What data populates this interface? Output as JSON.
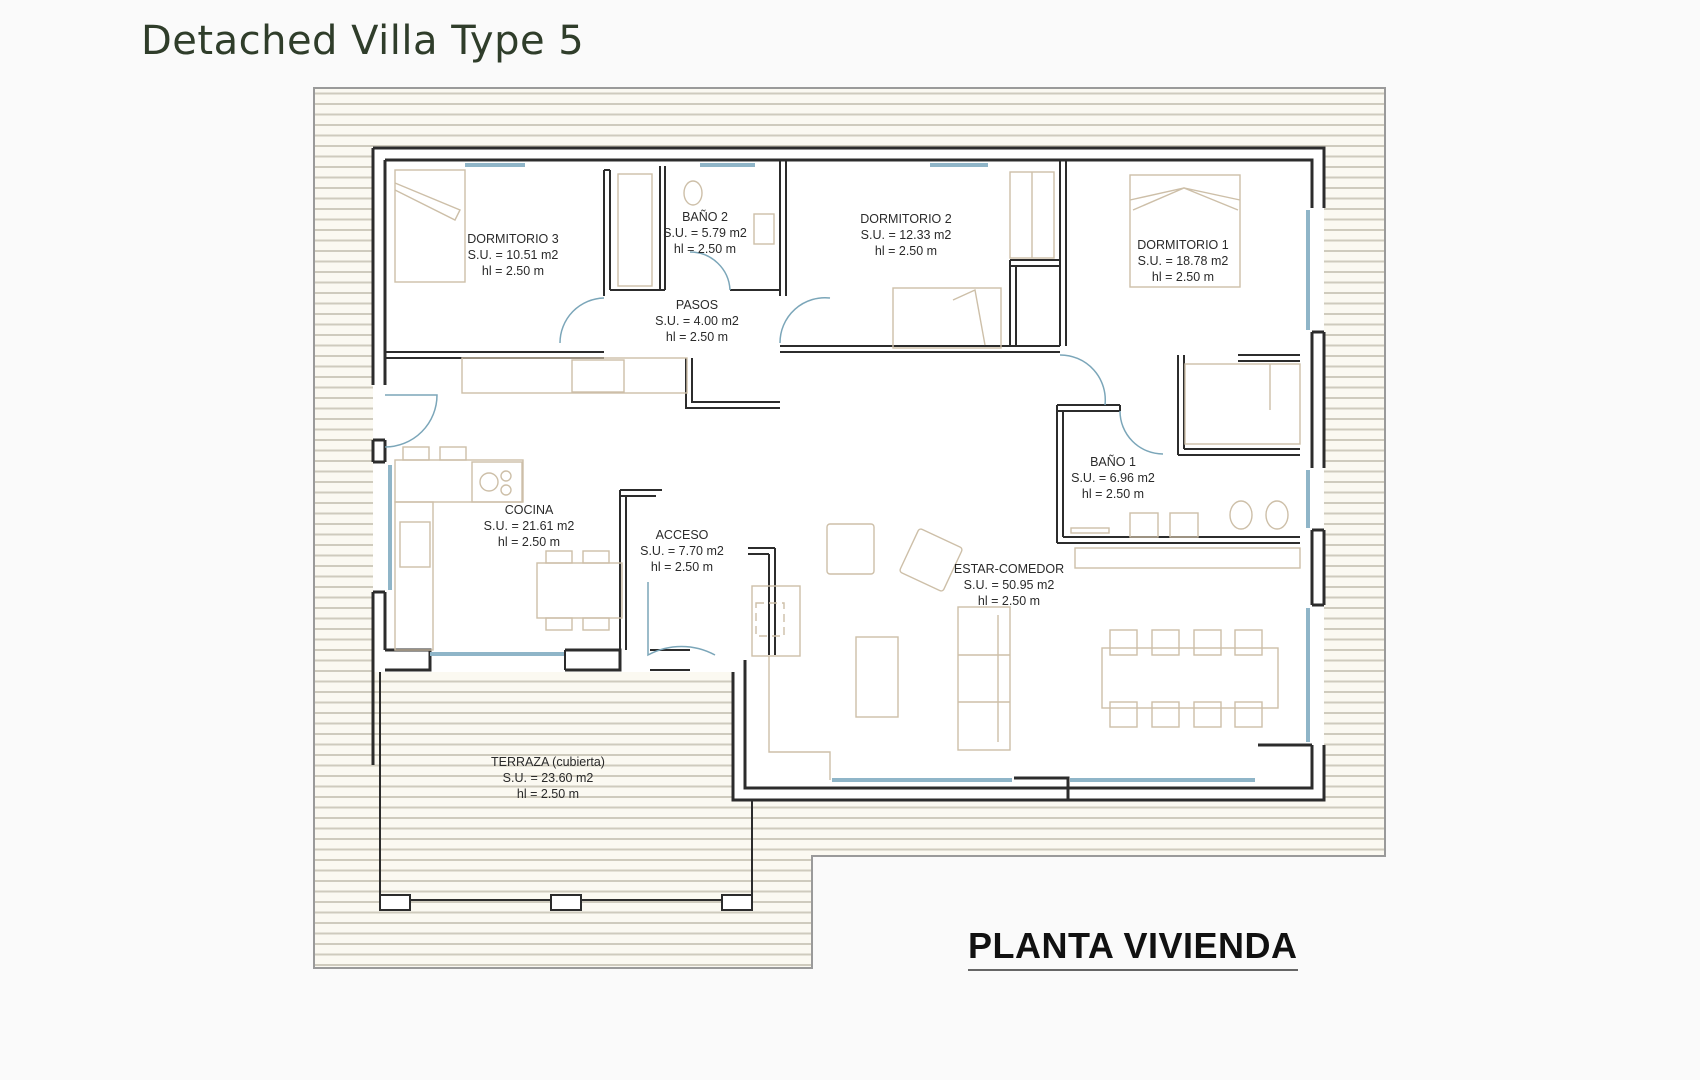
{
  "header": {
    "title": "Detached Villa Type 5"
  },
  "plan": {
    "title": "PLANTA VIVIENDA",
    "colors": {
      "title_green": "#2f3d2a",
      "wall": "#2c2c2c",
      "glass": "#8fb5c8",
      "furniture": "#cdbfa8",
      "hatch_line": "#cfcbbd",
      "hatch_bg": "#fbf9f1"
    },
    "rooms": [
      {
        "name": "DORMITORIO 3",
        "area": "S.U. = 10.51 m2",
        "height": "hl = 2.50 m"
      },
      {
        "name": "BAÑO 2",
        "area": "S.U. = 5.79 m2",
        "height": "hl = 2.50 m"
      },
      {
        "name": "DORMITORIO 2",
        "area": "S.U. = 12.33 m2",
        "height": "hl = 2.50 m"
      },
      {
        "name": "DORMITORIO 1",
        "area": "S.U. = 18.78 m2",
        "height": "hl = 2.50 m"
      },
      {
        "name": "PASOS",
        "area": "S.U. = 4.00 m2",
        "height": "hl = 2.50 m"
      },
      {
        "name": "BAÑO 1",
        "area": "S.U. = 6.96 m2",
        "height": "hl = 2.50 m"
      },
      {
        "name": "COCINA",
        "area": "S.U. = 21.61 m2",
        "height": "hl = 2.50 m"
      },
      {
        "name": "ACCESO",
        "area": "S.U. = 7.70 m2",
        "height": "hl = 2.50 m"
      },
      {
        "name": "ESTAR-COMEDOR",
        "area": "S.U. = 50.95 m2",
        "height": "hl = 2.50 m"
      },
      {
        "name": "TERRAZA (cubierta)",
        "area": "S.U. = 23.60 m2",
        "height": "hl = 2.50 m"
      }
    ]
  }
}
